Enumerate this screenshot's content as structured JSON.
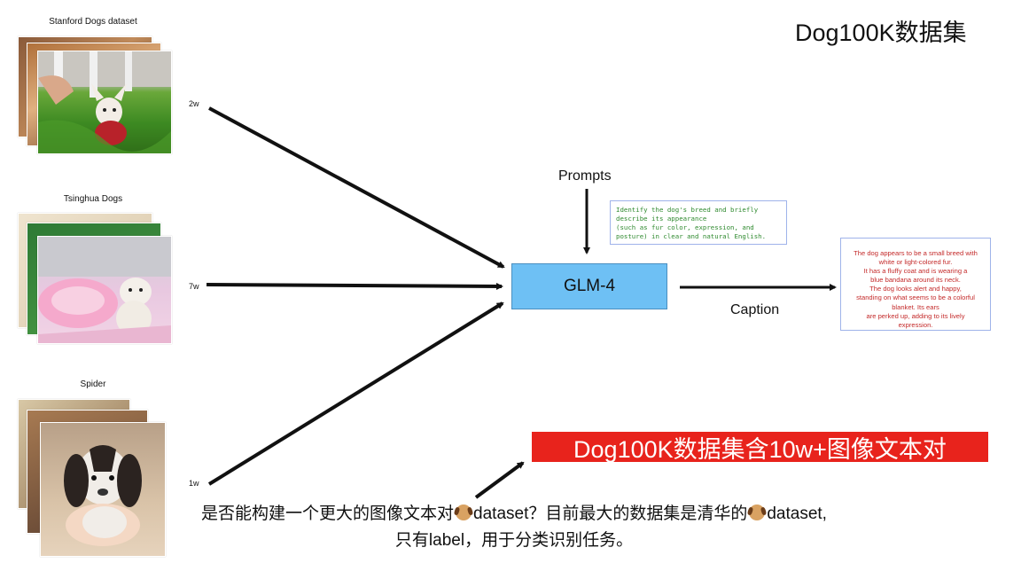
{
  "title": "Dog100K数据集",
  "sources": [
    {
      "name": "Stanford Dogs dataset",
      "count": "2w"
    },
    {
      "name": "Tsinghua Dogs",
      "count": "7w"
    },
    {
      "name": "Spider",
      "count": "1w"
    }
  ],
  "prompts_label": "Prompts",
  "model_label": "GLM-4",
  "caption_label": "Caption",
  "prompt_text": "Identify the dog's breed and briefly\ndescribe its appearance\n(such as fur color, expression, and\nposture) in clear and natural English.",
  "caption_text": "The dog appears to be a small breed with\nwhite or light-colored fur.\nIt has a fluffy coat and is wearing a\nblue bandana around its neck.\nThe dog looks alert and happy,\nstanding on what seems to be a colorful\nblanket. Its ears\nare perked up, adding to its lively\nexpression.",
  "banner": "Dog100K数据集含10w+图像文本对",
  "question": {
    "part1": "是否能构建一个更大的图像文本对",
    "part2": "dataset？目前最大的数据集是清华的",
    "part3": "dataset,",
    "line2": "只有label，用于分类识别任务。"
  },
  "colors": {
    "model_box": "#6ec0f4",
    "banner": "#e8231c",
    "prompt_text": "#2f8a2f",
    "caption_text": "#c42b2b"
  },
  "icons": [
    "dog-face-emoji"
  ]
}
